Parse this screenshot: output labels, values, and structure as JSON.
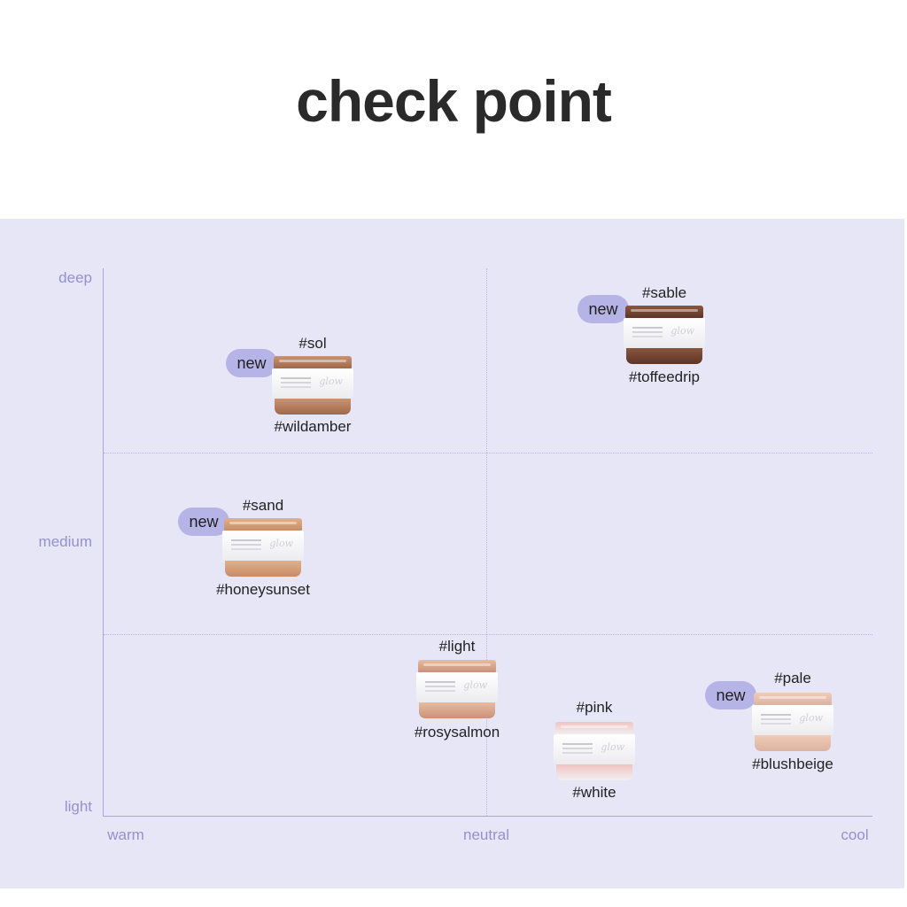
{
  "title": "check point",
  "axes": {
    "y_labels": [
      "deep",
      "medium",
      "light"
    ],
    "x_labels": [
      "warm",
      "neutral",
      "cool"
    ]
  },
  "badge_text": "new",
  "colors": {
    "panel_bg": "#e6e6f6",
    "axis": "#a9a6db",
    "badge": "#b6b3e6",
    "axis_text": "#9591cf"
  },
  "products": [
    {
      "top_label": "#sol",
      "bottom_label": "#wildamber",
      "is_new": true,
      "lid_color": "#c99472",
      "base_color": "#a0684a"
    },
    {
      "top_label": "#sable",
      "bottom_label": "#toffeedrip",
      "is_new": true,
      "lid_color": "#8a5640",
      "base_color": "#5e3426"
    },
    {
      "top_label": "#sand",
      "bottom_label": "#honeysunset",
      "is_new": true,
      "lid_color": "#e0b08d",
      "base_color": "#c78c66"
    },
    {
      "top_label": "#light",
      "bottom_label": "#rosysalmon",
      "is_new": false,
      "lid_color": "#e7bca0",
      "base_color": "#c9917a"
    },
    {
      "top_label": "#pink",
      "bottom_label": "#white",
      "is_new": false,
      "lid_color": "#efc4c2",
      "base_color": "#f1eff0"
    },
    {
      "top_label": "#pale",
      "bottom_label": "#blushbeige",
      "is_new": true,
      "lid_color": "#f0cbb8",
      "base_color": "#dcb3a2"
    }
  ]
}
